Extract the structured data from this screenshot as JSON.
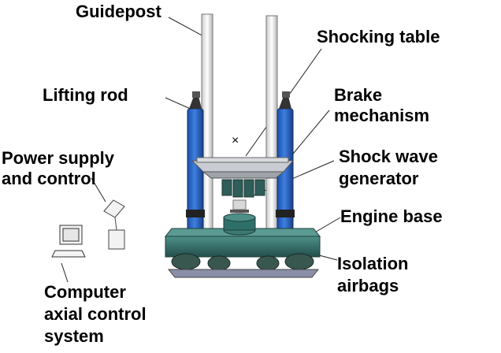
{
  "labels": {
    "guidepost": "Guidepost",
    "shocking_table": "Shocking table",
    "lifting_rod": "Lifting rod",
    "brake_mechanism": [
      "Brake",
      "mechanism"
    ],
    "power_supply": [
      "Power supply",
      "and control"
    ],
    "shock_wave_generator": [
      "Shock wave",
      "generator"
    ],
    "engine_base": "Engine base",
    "isolation_airbags": [
      "Isolation",
      "airbags"
    ],
    "computer_control": [
      "Computer",
      "axial control",
      "system"
    ],
    "center_mark": "×"
  },
  "colors": {
    "text": "#000000",
    "column": "#2a63c4",
    "base": "#2f6f6a",
    "base_top": "#4e8f88",
    "guidepost": "#e8e8e8",
    "table": "#b9bcc2",
    "airbag": "#38574f"
  }
}
